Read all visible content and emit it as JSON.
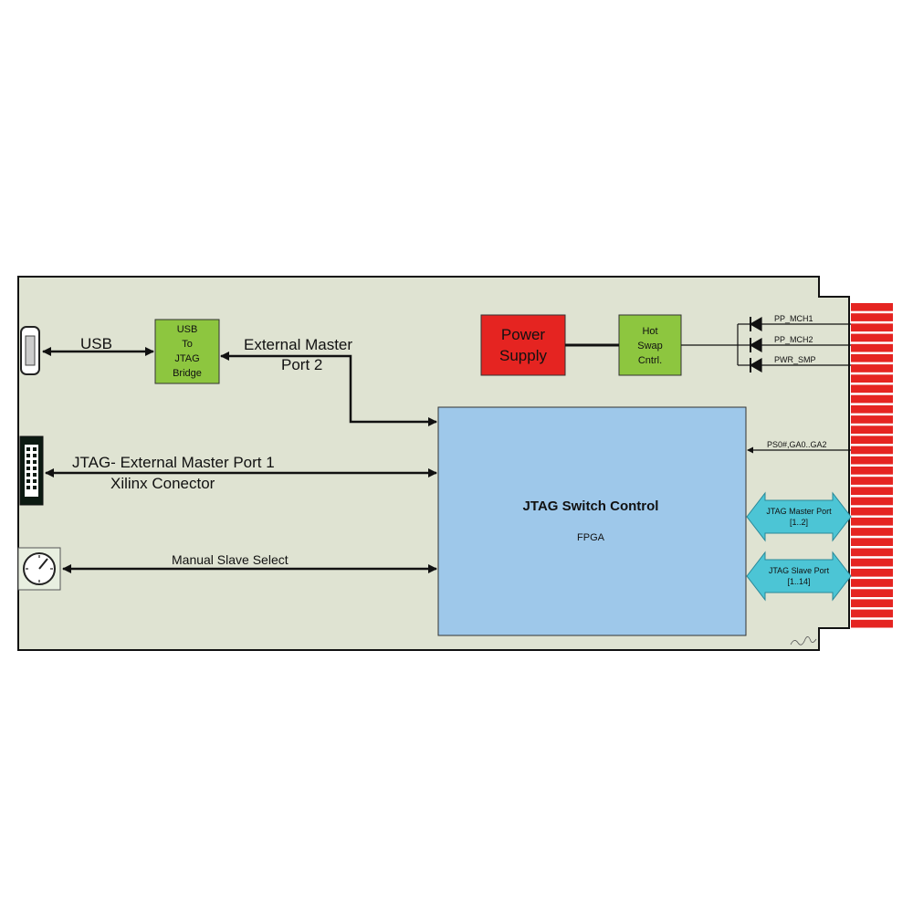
{
  "labels": {
    "usb": "USB",
    "usb_bridge": [
      "USB",
      "To",
      "JTAG",
      "Bridge"
    ],
    "ext_master_2": [
      "External Master",
      "Port 2"
    ],
    "power_supply": [
      "Power",
      "Supply"
    ],
    "hot_swap": [
      "Hot",
      "Swap",
      "Cntrl."
    ],
    "pp_mch1": "PP_MCH1",
    "pp_mch2": "PP_MCH2",
    "pwr_smp": "PWR_SMP",
    "ps0": "PS0#,GA0..GA2",
    "jtag_port1": "JTAG- External Master Port 1",
    "xilinx": "Xilinx Conector",
    "manual_slave": "Manual Slave Select",
    "jtag_switch": "JTAG Switch Control",
    "fpga": "FPGA",
    "jtag_master_port": [
      "JTAG Master Port",
      "[1..2]"
    ],
    "jtag_slave_port": [
      "JTAG Slave Port",
      "[1..14]"
    ]
  },
  "colors": {
    "board": "#dfe3d2",
    "green_block": "#8dc63f",
    "red_block": "#e52421",
    "fpga_block": "#9ec8ea",
    "cyan_arrow": "#4cc5d5",
    "edge_pins": "#e52421"
  }
}
